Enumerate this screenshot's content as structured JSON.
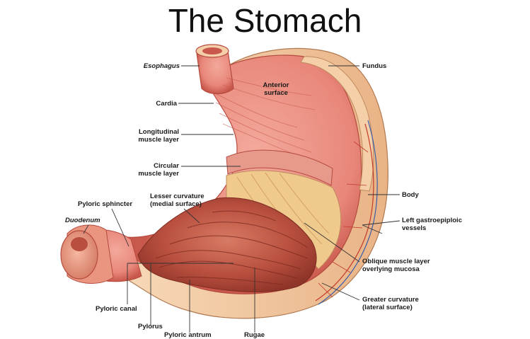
{
  "title": "The Stomach",
  "labels": {
    "esophagus": "Esophagus",
    "cardia": "Cardia",
    "longitudinal_1": "Longitudinal",
    "longitudinal_2": "muscle layer",
    "circular_1": "Circular",
    "circular_2": "muscle layer",
    "lesser_1": "Lesser curvature",
    "lesser_2": "(medial surface)",
    "pyloric_sphincter": "Pyloric sphincter",
    "duodenum": "Duodenum",
    "pyloric_canal": "Pyloric canal",
    "pylorus": "Pylorus",
    "pyloric_antrum": "Pyloric antrum",
    "rugae": "Rugae",
    "anterior_1": "Anterior",
    "anterior_2": "surface",
    "fundus": "Fundus",
    "body": "Body",
    "gastro_1": "Left gastroepiploic",
    "gastro_2": "vessels",
    "oblique_1": "Oblique muscle layer",
    "oblique_2": "overlying mucosa",
    "greater_1": "Greater curvature",
    "greater_2": "(lateral surface)"
  },
  "colors": {
    "muscle": "#e8877a",
    "muscle_dark": "#c9584c",
    "mucosa": "#b9503f",
    "serosa": "#f2c49a",
    "vessel_red": "#c23a2a",
    "vessel_blue": "#3b5fa8"
  }
}
